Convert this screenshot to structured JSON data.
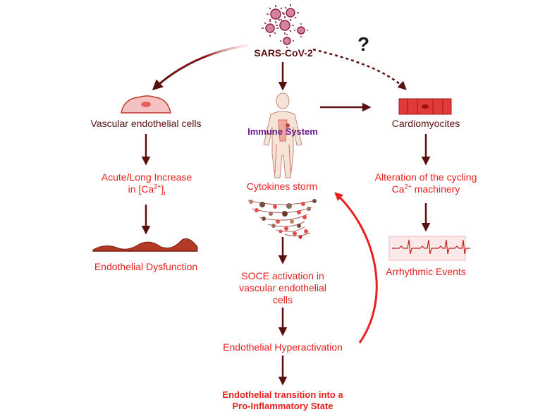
{
  "virus": {
    "name": "SARS-CoV-2",
    "unknown_mark": "?"
  },
  "left": {
    "cell_label": "Vascular endothelial cells",
    "increase_line1": "Acute/Long Increase",
    "increase_line2_prefix": "in  [Ca",
    "increase_sup": "2+",
    "increase_close": "]",
    "increase_sub": "i",
    "outcome": "Endothelial Dysfunction"
  },
  "center": {
    "immune_label": "Immune System",
    "storm_label": "Cytokines storm",
    "soce_line1": "SOCE activation in",
    "soce_line2": "vascular endothelial",
    "soce_line3": "cells",
    "hyperactivation": "Endothelial Hyperactivation",
    "transition_line1": "Endothelial transition into a",
    "transition_line2": "Pro-Inflammatory State"
  },
  "right": {
    "cell_label": "Cardiomyocites",
    "alteration_line1": "Alteration of the cycling",
    "alteration_ca": "Ca",
    "alteration_sup": "2+",
    "alteration_rest": " machinery",
    "outcome": "Arrhythmic Events"
  },
  "colors": {
    "dark_red": "#5a0e0e",
    "bright_red": "#e8201e",
    "virus_purple": "#8e1f4c",
    "immune_purple": "#6a1a8a"
  }
}
